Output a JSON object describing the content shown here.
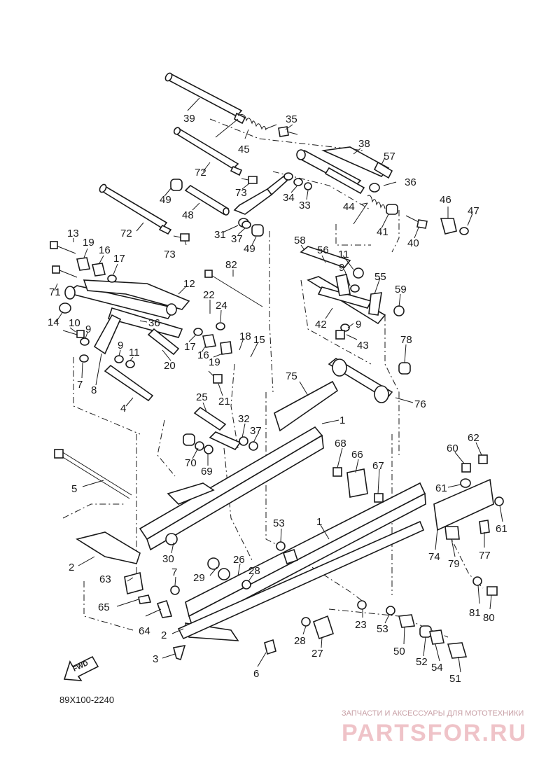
{
  "diagram": {
    "catalog_code": "89X100-2240",
    "fwd_label": "FWD",
    "watermark_top": "ЗАПЧАСТИ И АКСЕССУАРЫ ДЛЯ МОТОТЕХНИКИ",
    "watermark_logo": "PARTSFOR.RU",
    "colors": {
      "ink": "#1a1a1a",
      "watermark": "#efc3c8"
    },
    "callouts": [
      "39",
      "35",
      "45",
      "38",
      "57",
      "72",
      "36",
      "73",
      "34",
      "33",
      "49",
      "48",
      "44",
      "46",
      "47",
      "72",
      "31",
      "37",
      "49",
      "41",
      "40",
      "13",
      "19",
      "16",
      "17",
      "73",
      "58",
      "56",
      "11",
      "9",
      "82",
      "55",
      "71",
      "12",
      "59",
      "22",
      "24",
      "10",
      "14",
      "36",
      "42",
      "9",
      "9",
      "9",
      "11",
      "17",
      "18",
      "15",
      "43",
      "78",
      "16",
      "19",
      "20",
      "7",
      "8",
      "21",
      "75",
      "25",
      "1",
      "76",
      "4",
      "32",
      "37",
      "68",
      "66",
      "60",
      "62",
      "70",
      "69",
      "67",
      "5",
      "61",
      "61",
      "53",
      "1",
      "74",
      "79",
      "77",
      "2",
      "30",
      "26",
      "28",
      "63",
      "7",
      "29",
      "81",
      "80",
      "65",
      "23",
      "53",
      "64",
      "2",
      "28",
      "50",
      "27",
      "3",
      "6",
      "52",
      "54",
      "51"
    ]
  }
}
